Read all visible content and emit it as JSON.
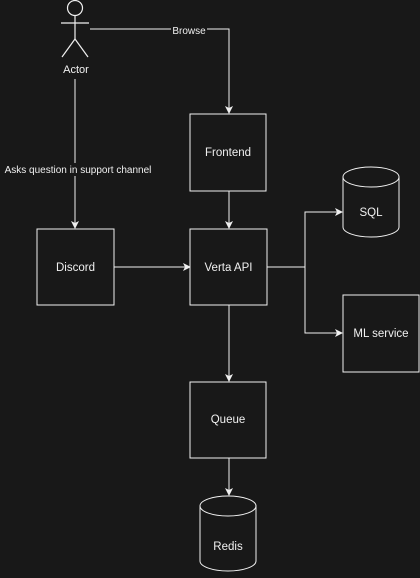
{
  "diagram": {
    "actor_label": "Actor",
    "edges": {
      "browse": "Browse",
      "asks": "Asks question in support channel"
    },
    "nodes": {
      "frontend": "Frontend",
      "discord": "Discord",
      "verta_api": "Verta API",
      "sql": "SQL",
      "ml_service": "ML service",
      "queue": "Queue",
      "redis": "Redis"
    },
    "colors": {
      "background": "#181818",
      "stroke": "#f0f0f0",
      "text": "#f0f0f0"
    }
  }
}
